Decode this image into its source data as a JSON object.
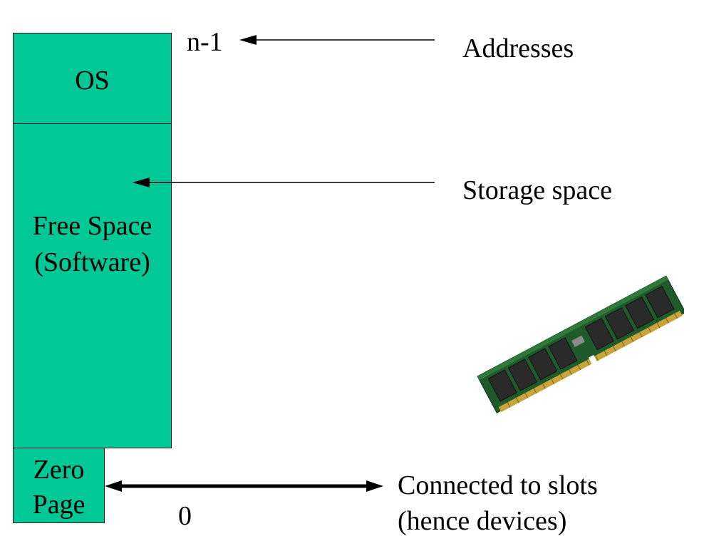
{
  "memory_map": {
    "os_label": "OS",
    "free_space_line1": "Free Space",
    "free_space_line2": "(Software)",
    "zero_page_line1": "Zero",
    "zero_page_line2": "Page",
    "block_color": "#00c896"
  },
  "addresses": {
    "top_address": "n-1",
    "bottom_address": "0"
  },
  "annotations": {
    "addresses": "Addresses",
    "storage_space": "Storage space",
    "connected_line1": "Connected to slots",
    "connected_line2": "(hence devices)"
  },
  "image": {
    "icon": "ram-module-icon"
  }
}
